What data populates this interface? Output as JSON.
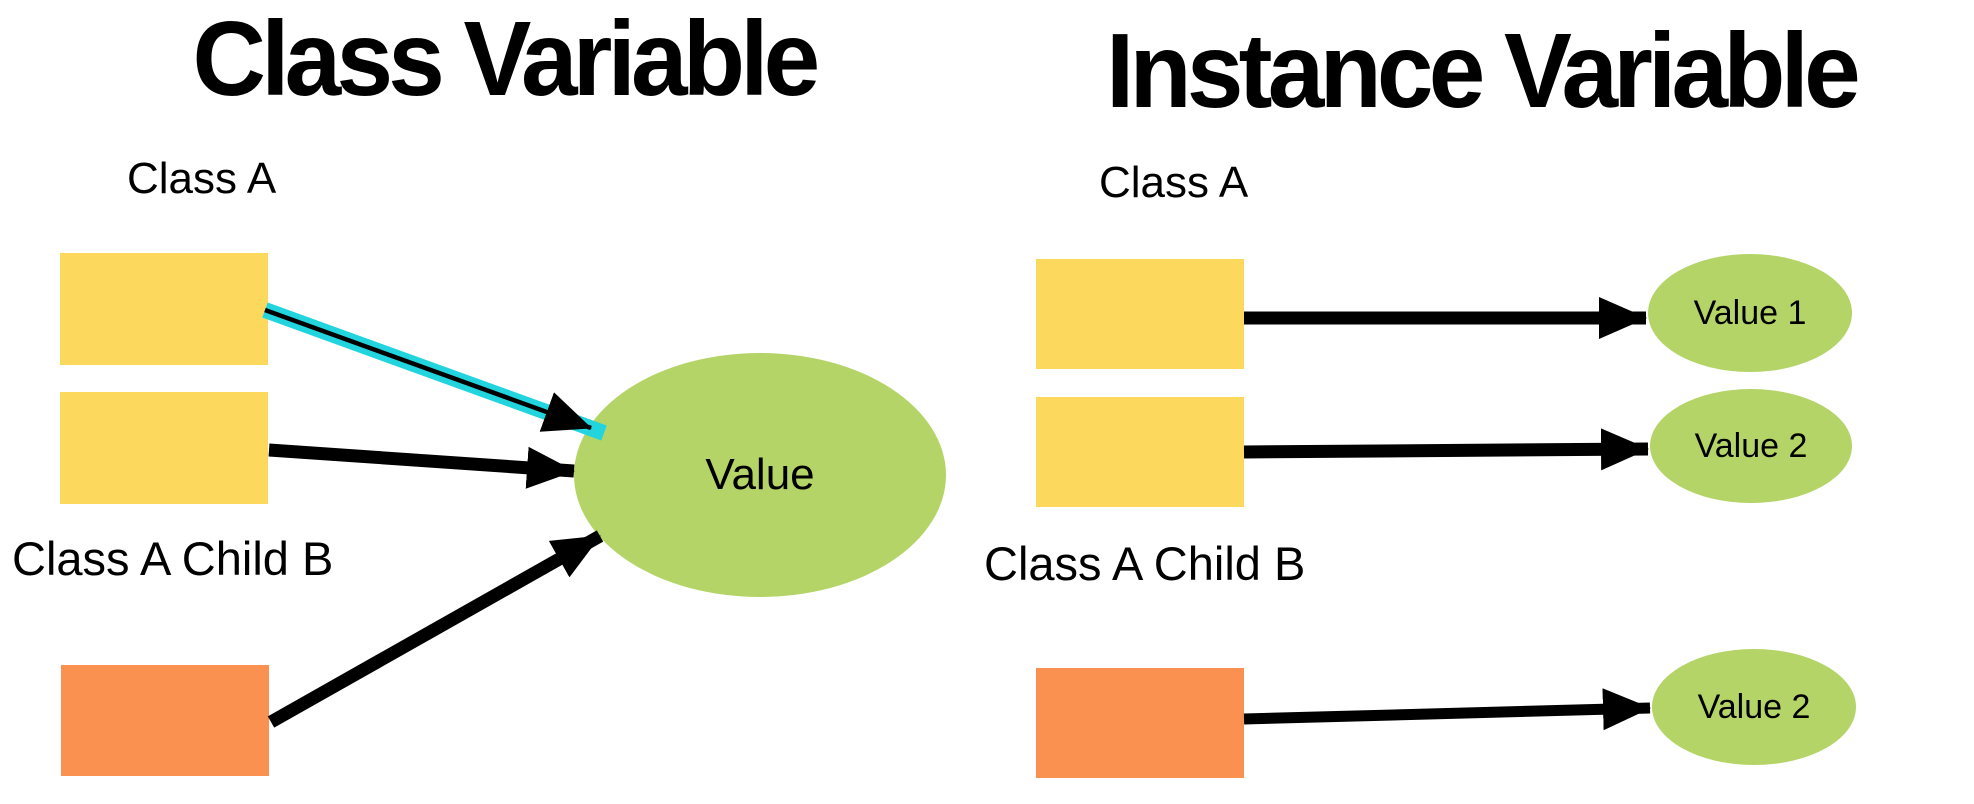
{
  "palette": {
    "yellow": "#FCD95C",
    "orange": "#FB9150",
    "green": "#B4D467",
    "cyan": "#22D4DD",
    "black": "#000000",
    "background": "#FFFFFF"
  },
  "left_panel": {
    "title": "Class Variable",
    "class_a": "Class A",
    "child_b": "Class A Child B",
    "value": "Value"
  },
  "right_panel": {
    "title": "Instance Variable",
    "class_a": "Class A",
    "child_b": "Class A Child B",
    "value1": "Value 1",
    "value2_mid": "Value 2",
    "value2_bottom": "Value 2"
  }
}
